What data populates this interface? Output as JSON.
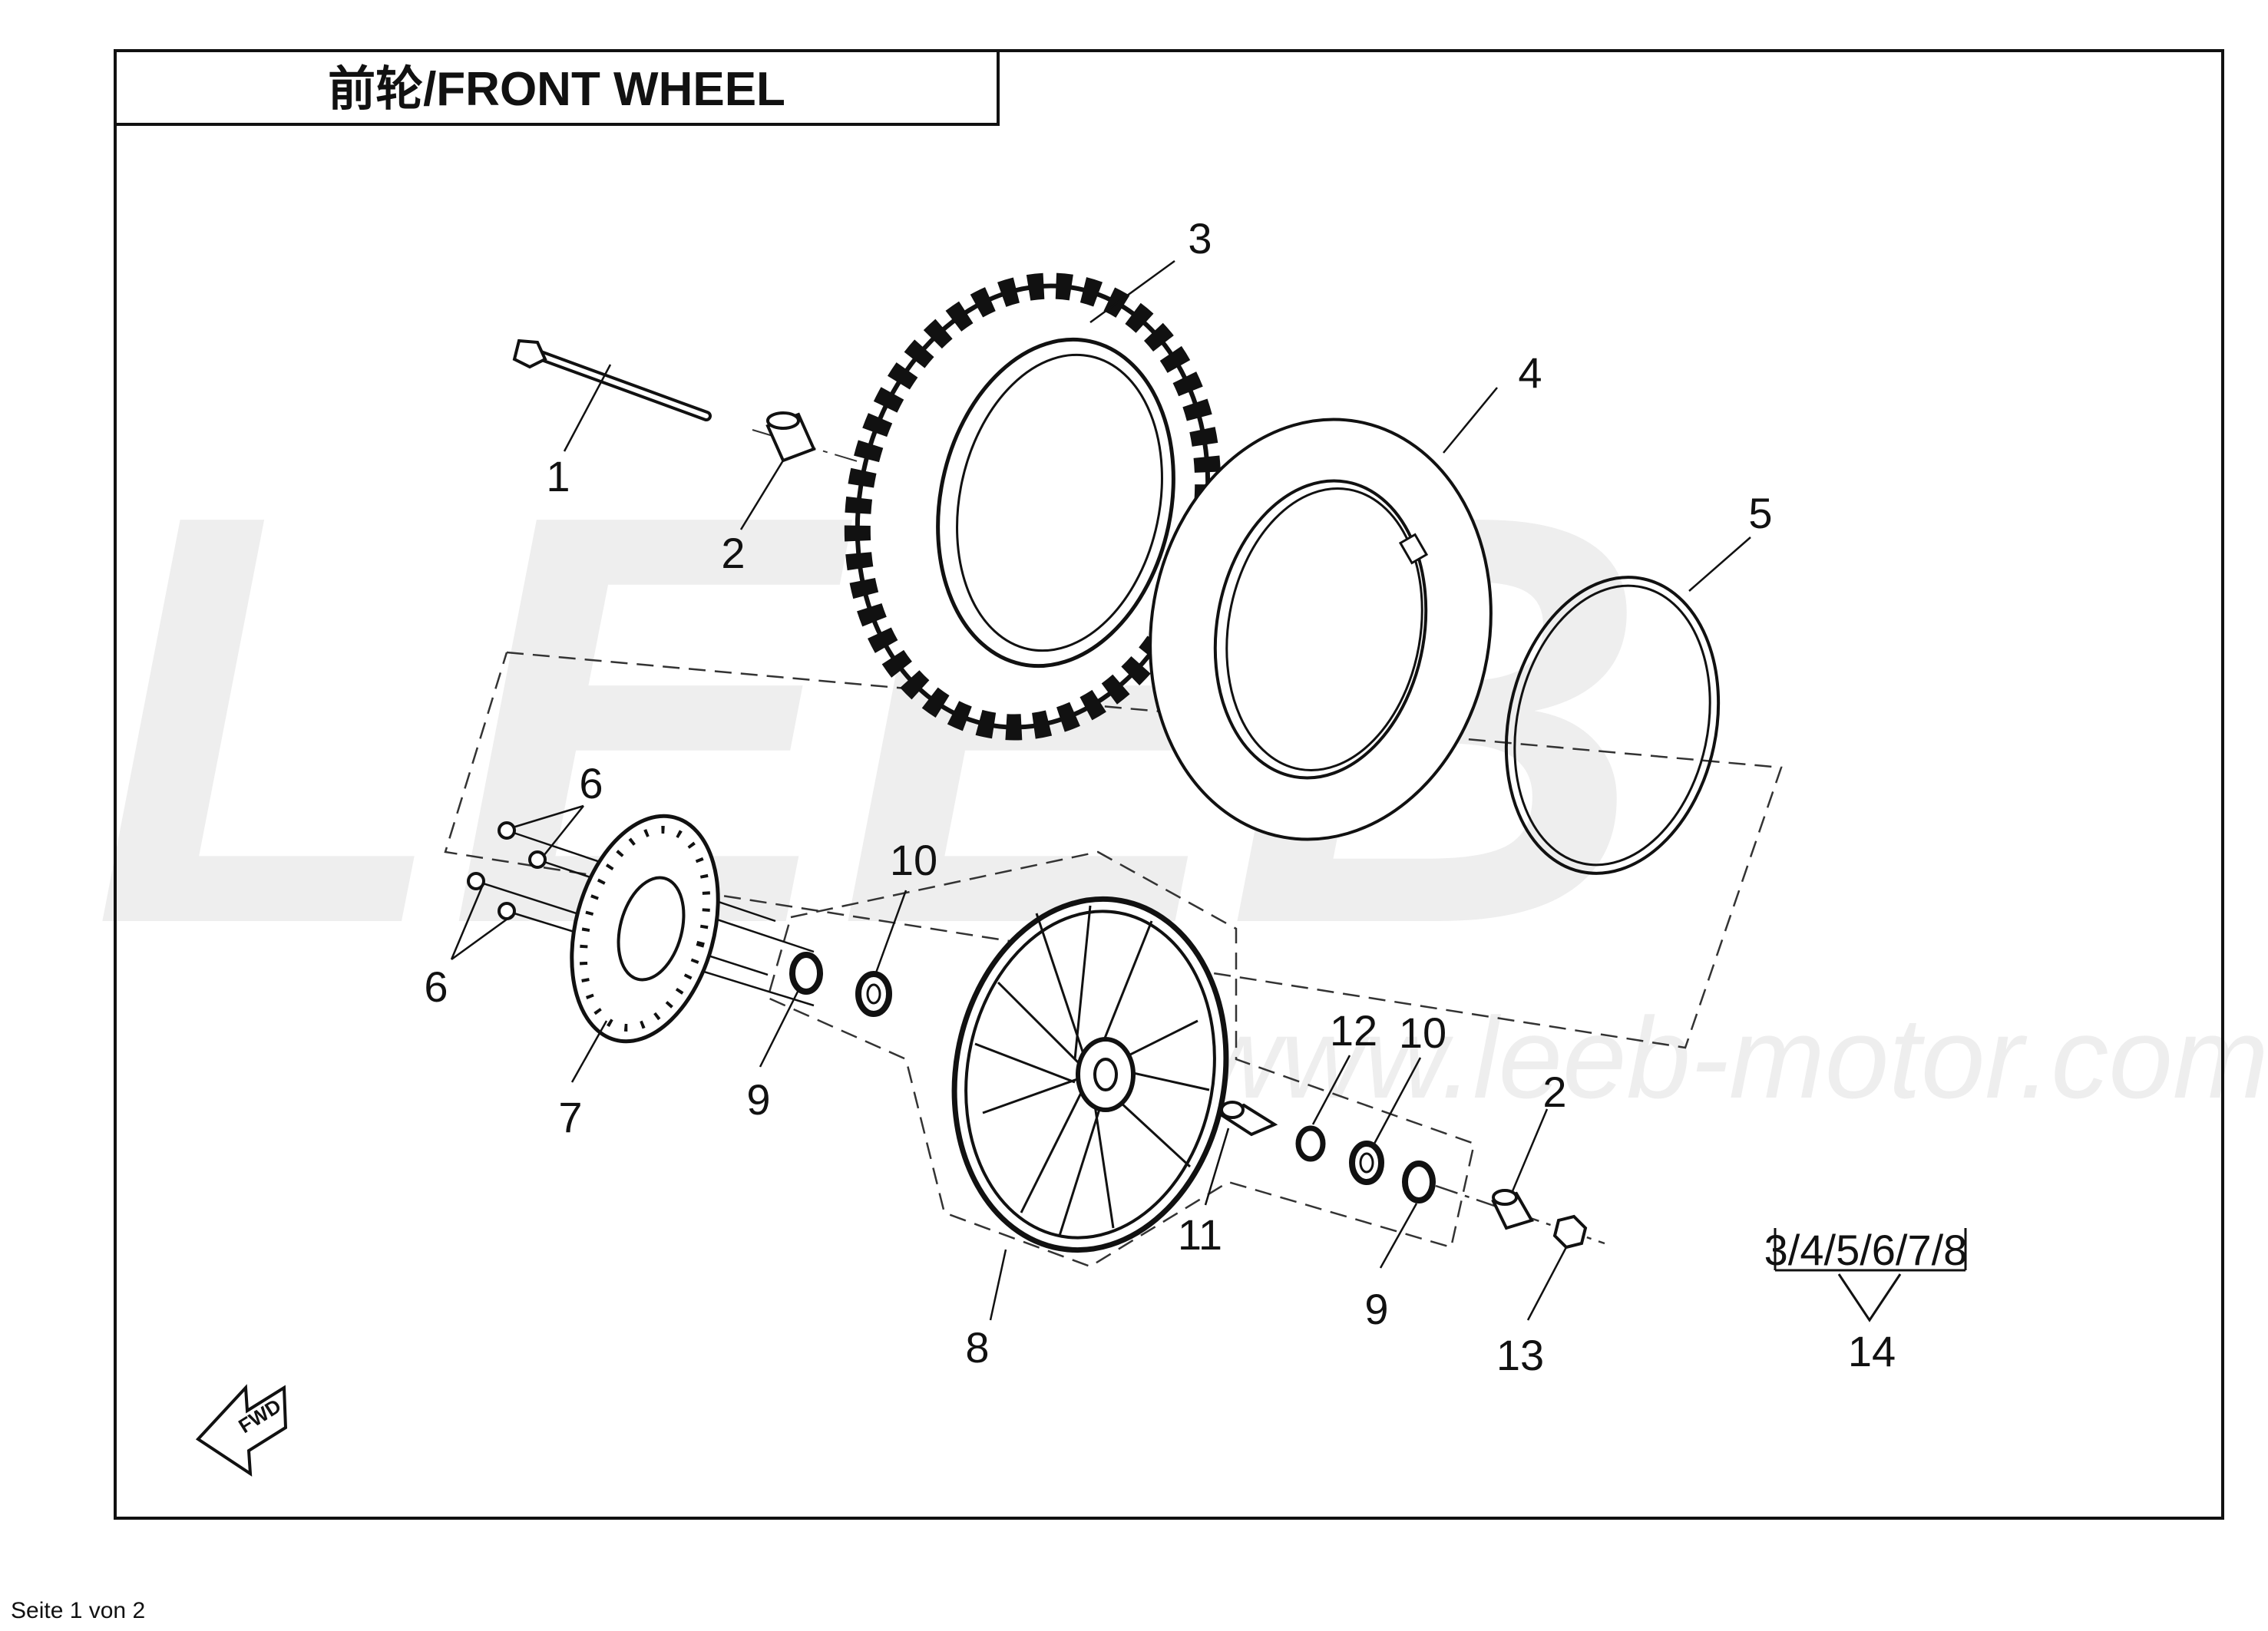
{
  "title": "前轮/FRONT WHEEL",
  "watermark": {
    "brand": "LEEB",
    "url": "www.leeb-motor.com"
  },
  "kit": {
    "label": "3/4/5/6/7/8",
    "part": "14"
  },
  "fwd_label": "FWD",
  "footer": "Seite 1 von 2",
  "parts": [
    {
      "label": "1"
    },
    {
      "label": "2"
    },
    {
      "label": "3"
    },
    {
      "label": "4"
    },
    {
      "label": "5"
    },
    {
      "label": "6"
    },
    {
      "label": "6"
    },
    {
      "label": "7"
    },
    {
      "label": "8"
    },
    {
      "label": "9"
    },
    {
      "label": "9"
    },
    {
      "label": "10"
    },
    {
      "label": "10"
    },
    {
      "label": "11"
    },
    {
      "label": "12"
    },
    {
      "label": "2"
    },
    {
      "label": "13"
    }
  ],
  "colors": {
    "line": "#111111",
    "watermark": "#eeeeee"
  }
}
